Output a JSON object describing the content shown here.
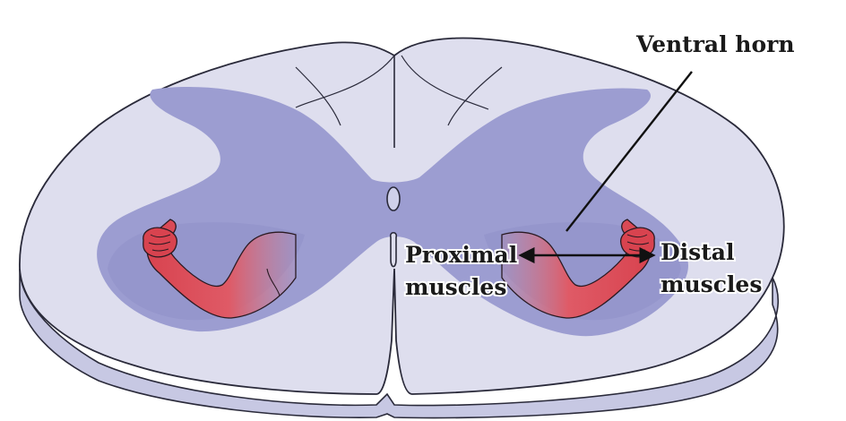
{
  "labels": {
    "ventral_horn": "Ventral horn",
    "proximal_line1": "Proximal",
    "proximal_line2": "muscles",
    "distal_line1": "Distal",
    "distal_line2": "muscles"
  },
  "colors": {
    "white_matter": "#dcdcec",
    "white_matter_edge": "#b9b9d6",
    "gray_matter": "#9a9bcf",
    "gray_matter_dark": "#8a8bc3",
    "outline": "#2a2a3a",
    "arm_red": "#d94f5c",
    "arm_red_dark": "#b8323f",
    "arrow": "#111111"
  }
}
